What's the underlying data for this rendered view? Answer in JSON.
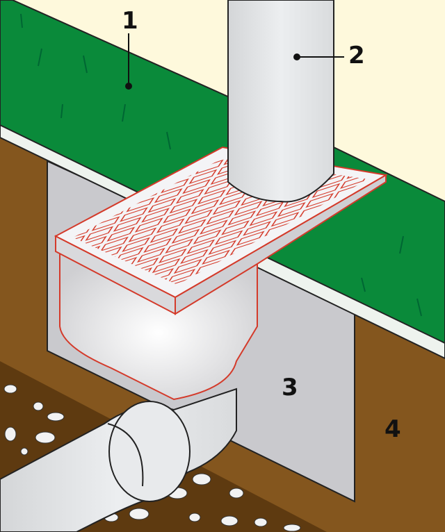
{
  "labels": {
    "grass": "1",
    "downpipe": "2",
    "trench": "3",
    "soil": "4"
  },
  "colors": {
    "sky": "#fef9dc",
    "grass": "#0a8a3a",
    "curb": "#eef3ee",
    "soil": "#84561e",
    "gravel": "#5e3a10",
    "trench": "#c9c9cd",
    "pipe": "#e3e5e7",
    "grate_line": "#d43a2a"
  }
}
